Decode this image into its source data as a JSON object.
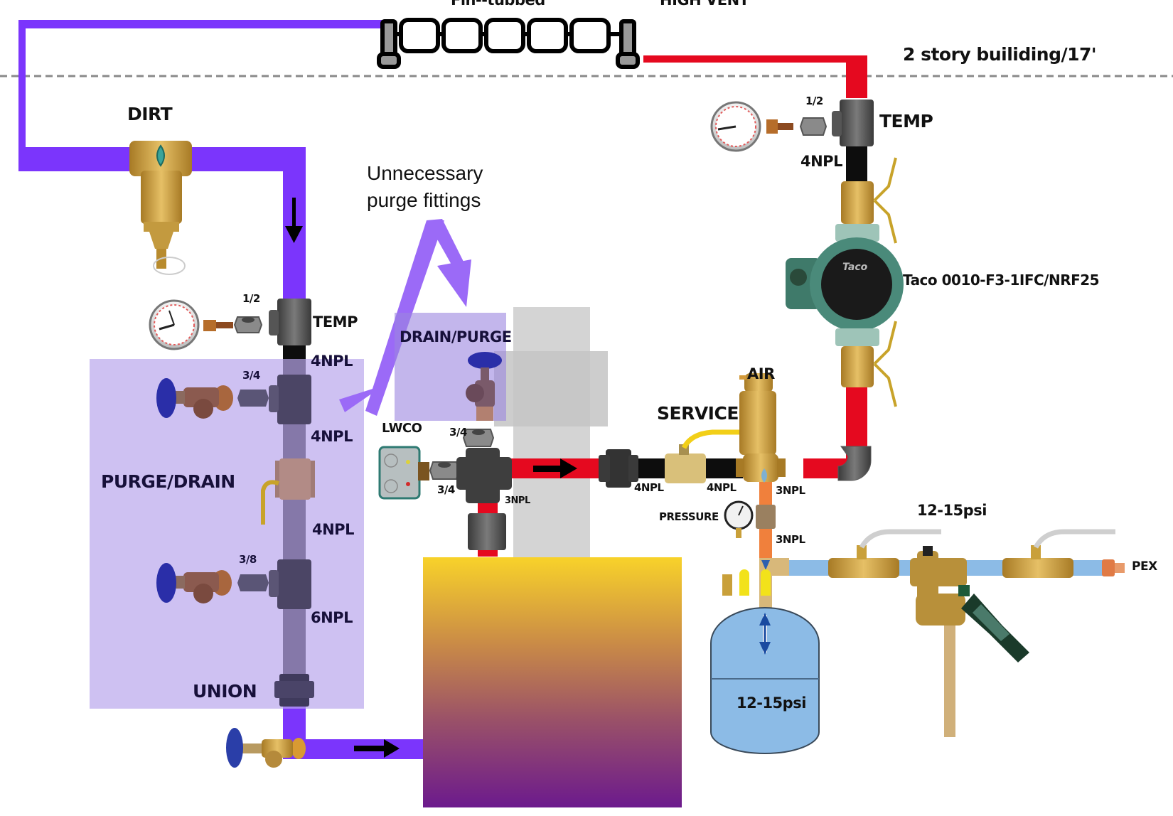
{
  "title": "Hydronic boiler piping diagram",
  "colors": {
    "supply_pipe": "#e5091f",
    "return_pipe": "#7b35fc",
    "nipple_black": "#0d0d0d",
    "make_up_water": "#8cbbe6",
    "expansion_line": "#f0803c",
    "highlight_box": "#b9a6ec",
    "boiler_top": "#f8d22a",
    "boiler_bottom": "#6c1a8d",
    "chimney_gray": "#d4d4d4",
    "brass": "#c9a03a",
    "iron": "#5a5a5a"
  },
  "top": {
    "radiator_label": "Fin--tubbed",
    "vent_label": "HIGH VENT",
    "building_label": "2 story builiding/17'"
  },
  "return_side": {
    "dirt_label": "DIRT",
    "temp_label": "TEMP",
    "temp_bushing": "1/2",
    "purge_box_label": "PURGE/DRAIN",
    "bushing_upper": "3/4",
    "bushing_lower": "3/8",
    "nipples": [
      "4NPL",
      "4NPL",
      "4NPL",
      "6NPL"
    ],
    "union_label": "UNION"
  },
  "annotation": {
    "line1": "Unnecessary",
    "line2": "purge fittings"
  },
  "boiler_top": {
    "drain_purge_label": "DRAIN/PURGE",
    "lwco_label": "LWCO",
    "bushing_top": "3/4",
    "bushing_side": "3/4",
    "riser_nipple": "3NPL"
  },
  "supply_side": {
    "service_label": "SERVICE",
    "air_label": "AIR",
    "nipple_left": "4NPL",
    "nipple_right": "4NPL",
    "nipple_air": "3NPL",
    "pressure_label": "PRESSURE",
    "nipple_pressure": "3NPL",
    "temp_label": "TEMP",
    "temp_bushing": "1/2",
    "temp_nipple": "4NPL",
    "pump_label": "Taco 0010-F3-1IFC/NRF25"
  },
  "makeup": {
    "feed_pressure": "12-15psi",
    "tank_pressure": "12-15psi",
    "pex_label": "PEX"
  }
}
